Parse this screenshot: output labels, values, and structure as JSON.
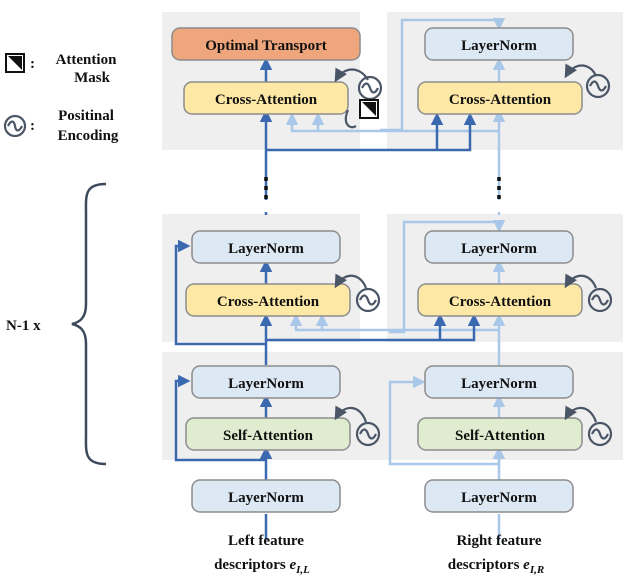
{
  "legend": {
    "mask_label_line1": "Attention",
    "mask_label_line2": "Mask",
    "pos_label_line1": "Positinal",
    "pos_label_line2": "Encoding",
    "colon": ":"
  },
  "repeat_label": "N-1 x",
  "ellipsis": "⋮",
  "blocks": {
    "optimal_transport": "Optimal Transport",
    "layernorm": "LayerNorm",
    "cross_attention": "Cross-Attention",
    "self_attention": "Self-Attention"
  },
  "captions": {
    "left_line1": "Left feature",
    "left_line2_text": "descriptors ",
    "left_var": "e",
    "left_sub": "I,L",
    "right_line1": "Right feature",
    "right_line2_text": "descriptors ",
    "right_var": "e",
    "right_sub": "I,R"
  },
  "colors": {
    "panel_bg": "#efefef",
    "layernorm_fill": "#dde8f5",
    "cross_attention_fill": "#fde8a6",
    "self_attention_fill": "#dfeccf",
    "optimal_transport_fill": "#f0a67c",
    "dark_arrow": "#3b69b0",
    "light_arrow": "#a9c7e8",
    "pos_icon_stroke": "#4a5566"
  }
}
